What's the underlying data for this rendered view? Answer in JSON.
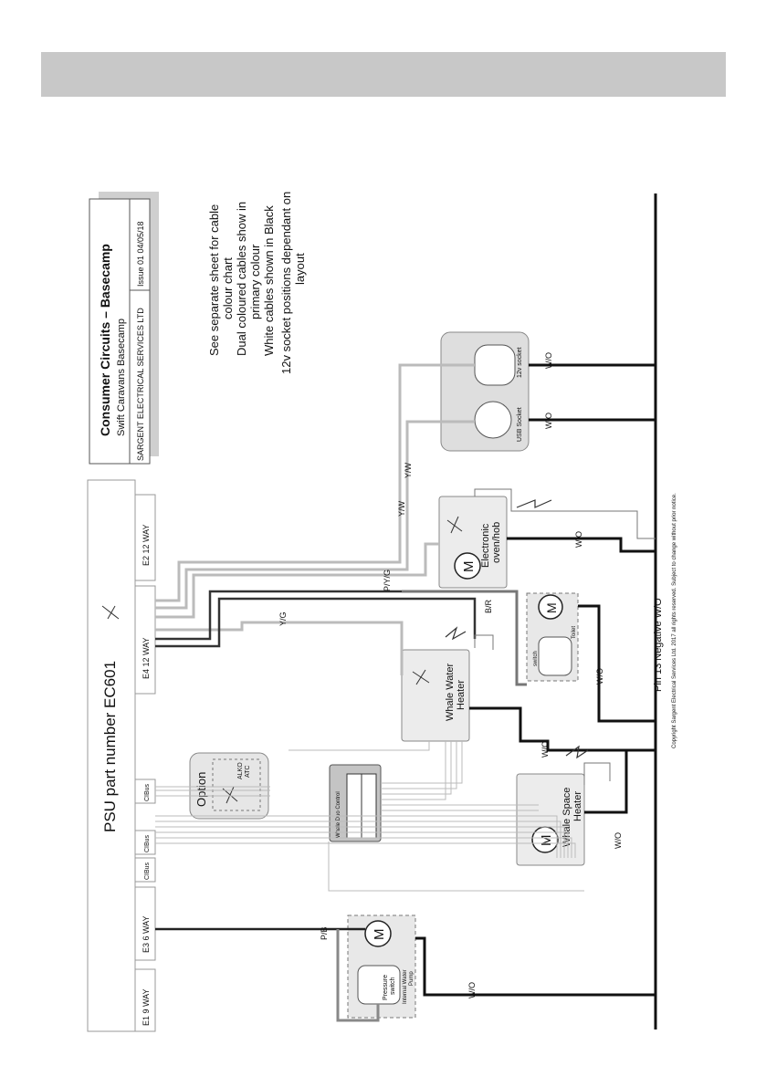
{
  "title_block": {
    "title": "Consumer Circuits – Basecamp",
    "subtitle": "Swift Caravans  Basecamp",
    "company": "SARGENT ELECTRICAL SERVICES LTD",
    "issue": "Issue 01  04/05/18"
  },
  "notes": [
    "See separate sheet for cable",
    "colour chart",
    "Dual coloured cables show in",
    "primary colour",
    "White cables shown in Black",
    "12v socket positions dependant on",
    "layout"
  ],
  "psu": {
    "title": "PSU part number EC601",
    "ports": [
      "E1 9 WAY",
      "E3 6 WAY",
      "CIBus",
      "CIBus",
      "CIBus",
      "E4 12 WAY",
      "E2 12 WAY"
    ]
  },
  "components": {
    "pump_label_1": "Pressure",
    "pump_label_2": "switch",
    "pump_label_3": "Internal Water",
    "pump_label_4": "Pump",
    "motor_letter": "M",
    "duo_control": "Whale Duo Control",
    "option": "Option",
    "alko_1": "ALKO",
    "alko_2": "ATC",
    "water_heater_1": "Whale Water",
    "water_heater_2": "Heater",
    "space_heater_1": "Whale Space",
    "space_heater_2": "Heater",
    "toilet_switch": "switch",
    "toilet": "Toilet",
    "oven_1": "Electronic",
    "oven_2": "oven/hob",
    "usb": "USB Socket",
    "socket12": "12v socket"
  },
  "wires": {
    "pb": "P/B",
    "wo": "W/O",
    "yg": "Y/G",
    "br": "B/R",
    "pyg": "P/Y/G",
    "yw": "Y/W"
  },
  "negative": "Pin 13 Negative  W/O",
  "copyright": "Copyright Sargent Electrical Services Ltd. 2017 all rights reserved.  Subject to change without prior notice."
}
